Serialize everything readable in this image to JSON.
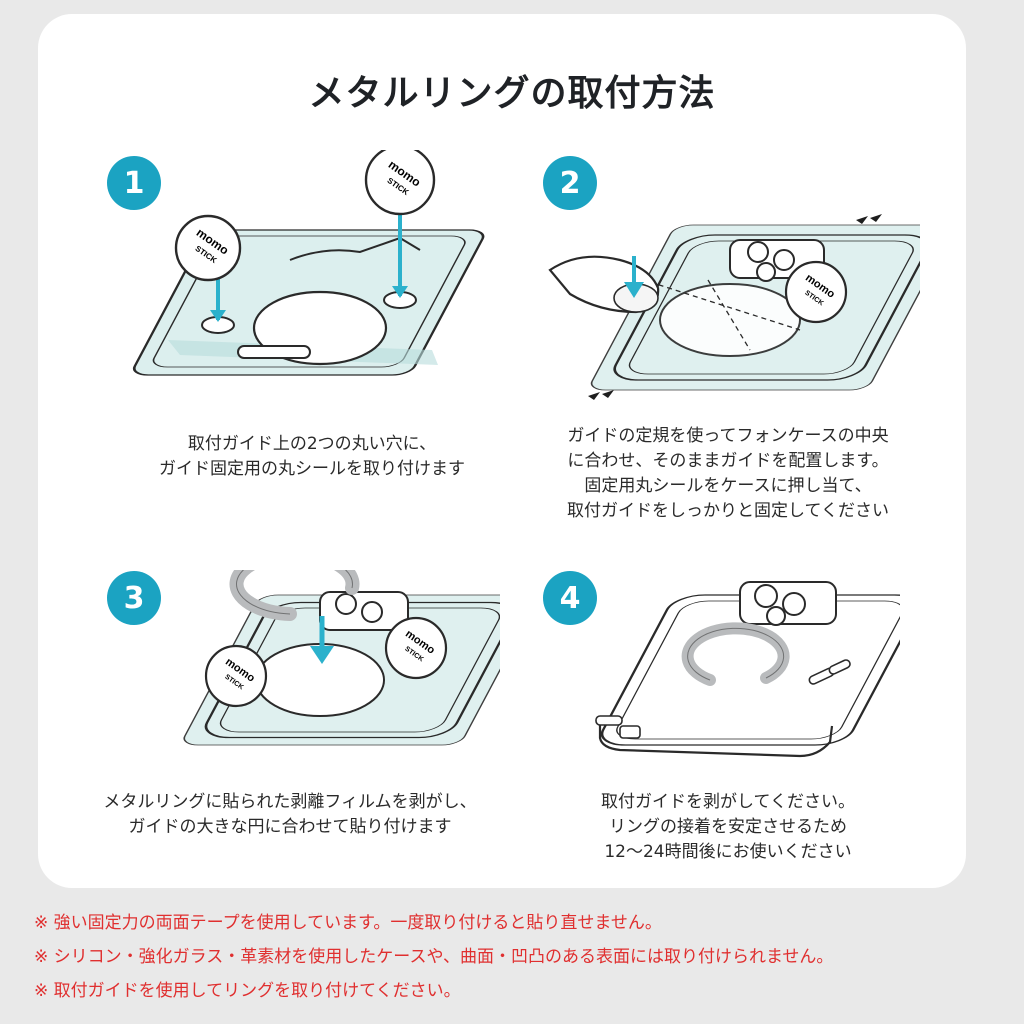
{
  "title": "メタルリングの取付方法",
  "steps": [
    {
      "number": "1",
      "lines": [
        "取付ガイド上の2つの丸い穴に、",
        "ガイド固定用の丸シールを取り付けます"
      ]
    },
    {
      "number": "2",
      "lines": [
        "ガイドの定規を使ってフォンケースの中央",
        "に合わせ、そのままガイドを配置します。",
        "固定用丸シールをケースに押し当て、",
        "取付ガイドをしっかりと固定してください"
      ]
    },
    {
      "number": "3",
      "lines": [
        "メタルリングに貼られた剥離フィルムを剥がし、",
        "ガイドの大きな円に合わせて貼り付けます"
      ]
    },
    {
      "number": "4",
      "lines": [
        "取付ガイドを剥がしてください。",
        "リングの接着を安定させるため",
        "12〜24時間後にお使いください"
      ]
    }
  ],
  "sticker_text": [
    "momo",
    "STICK"
  ],
  "notes": [
    "※ 強い固定力の両面テープを使用しています。一度取り付けると貼り直せません。",
    "※ シリコン・強化ガラス・革素材を使用したケースや、曲面・凹凸のある表面には取り付けられません。",
    "※ 取付ガイドを使用してリングを取り付けてください。"
  ],
  "colors": {
    "accent": "#1ba3c2",
    "guide_fill": "#dcefee",
    "note_red": "#e02f2f",
    "ring": "#b9bbbd",
    "background": "#e9e9e9"
  },
  "icons": [
    "arrow-down-icon",
    "finger-icon",
    "phone-case-icon",
    "metal-ring-icon"
  ]
}
